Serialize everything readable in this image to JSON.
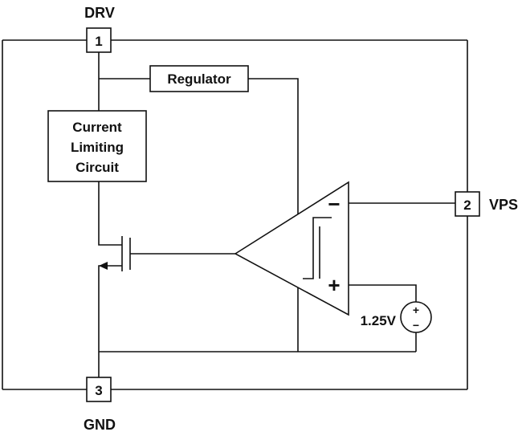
{
  "pins": {
    "drv": {
      "number": "1",
      "name": "DRV"
    },
    "vps": {
      "number": "2",
      "name": "VPS"
    },
    "gnd": {
      "number": "3",
      "name": "GND"
    }
  },
  "blocks": {
    "regulator": "Regulator",
    "current_limit": [
      "Current",
      "Limiting",
      "Circuit"
    ]
  },
  "opamp": {
    "minus": "−",
    "plus": "+"
  },
  "reference": {
    "value": "1.25V",
    "plus": "+",
    "minus": "−"
  },
  "colors": {
    "stroke": "#111111",
    "background": "#ffffff"
  }
}
